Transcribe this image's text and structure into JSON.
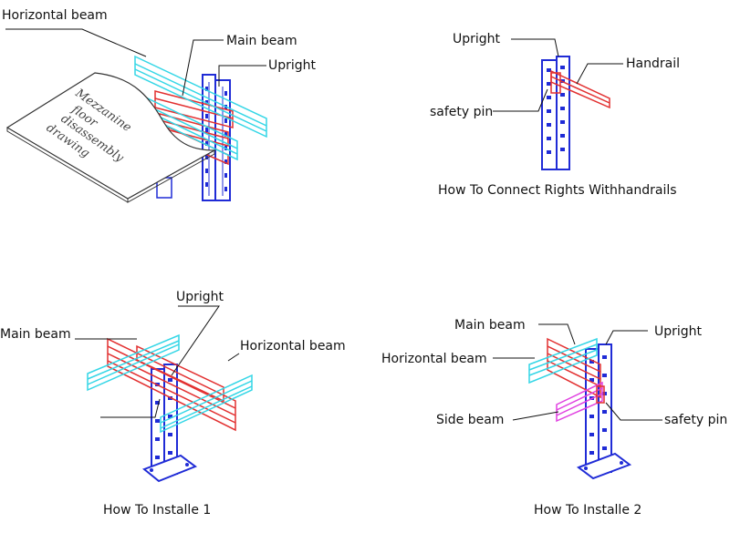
{
  "panel1": {
    "labels": {
      "horizontal_beam": "Horizontal beam",
      "main_beam": "Main beam",
      "upright": "Upright"
    },
    "sheet_text": [
      "Mezzanine",
      "floor",
      "disassembly",
      "drawing"
    ]
  },
  "panel2": {
    "labels": {
      "upright": "Upright",
      "handrail": "Handrail",
      "safety_pin": "safety pin"
    },
    "caption": "How To Connect Rights Withhandrails"
  },
  "panel3": {
    "labels": {
      "upright": "Upright",
      "main_beam": "Main beam",
      "horizontal_beam": "Horizontal beam"
    },
    "caption": "How To Installe 1"
  },
  "panel4": {
    "labels": {
      "main_beam": "Main beam",
      "upright": "Upright",
      "horizontal_beam": "Horizontal beam",
      "side_beam": "Side beam",
      "safety_pin": "safety pin"
    },
    "caption": "How To Installe 2"
  },
  "colors": {
    "upright": "#1f2bd6",
    "main_beam": "#e23030",
    "horizontal_beam": "#33d6e6",
    "side_beam": "#e040e0",
    "leader": "#111111"
  }
}
